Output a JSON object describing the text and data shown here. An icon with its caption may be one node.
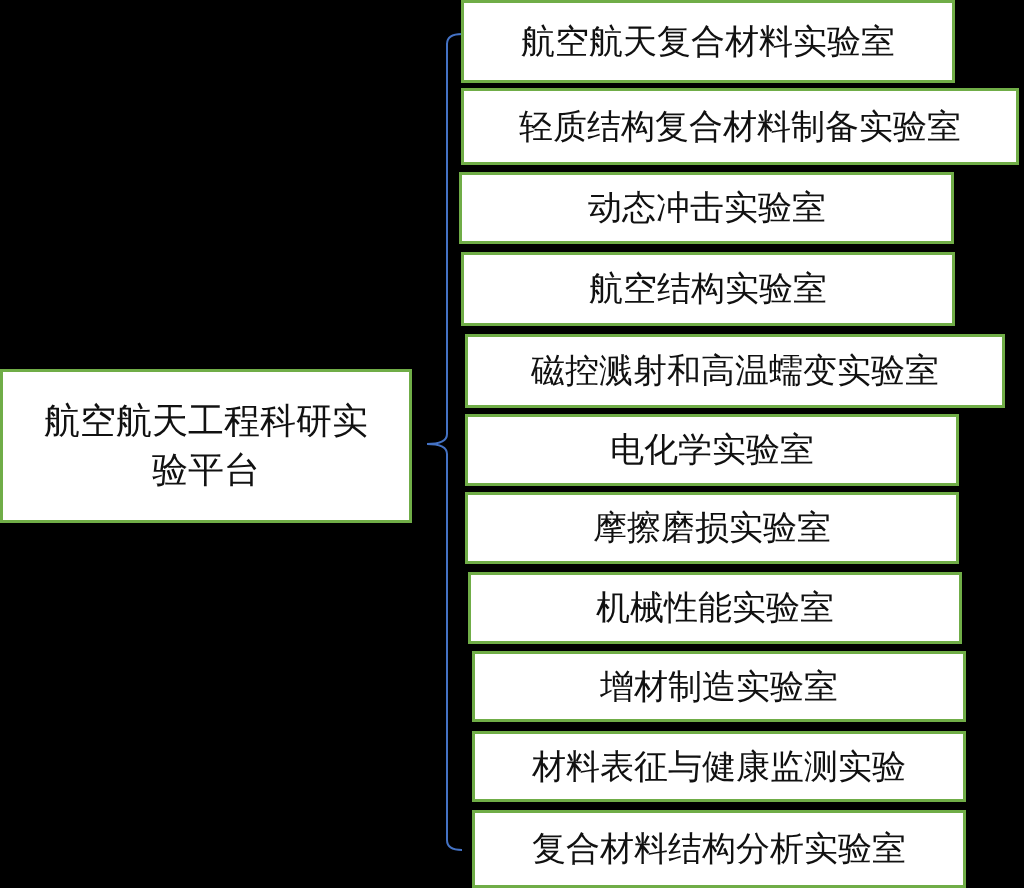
{
  "diagram": {
    "nodes": [
      {
        "text": [
          "航空航天工程科研实验平台"
        ]
      },
      {
        "text": [
          "航空航天复合材料实验室"
        ]
      },
      {
        "text": [
          "轻质结构复合材料制备实验室"
        ]
      },
      {
        "text": [
          "动态冲击实验室"
        ]
      },
      {
        "text": [
          "航空结构实验室"
        ]
      },
      {
        "text": [
          "磁控溅射和高温蠕变实验室"
        ]
      },
      {
        "text": [
          "电化学实验室"
        ]
      },
      {
        "text": [
          "摩擦磨损实验室"
        ]
      },
      {
        "text": [
          "机械性能实验室"
        ]
      },
      {
        "text": [
          "增材制造实验室"
        ]
      },
      {
        "text": [
          "材料表征与健康监测实验"
        ]
      },
      {
        "text": [
          "复合材料结构分析实验室"
        ]
      }
    ],
    "edges": []
  }
}
